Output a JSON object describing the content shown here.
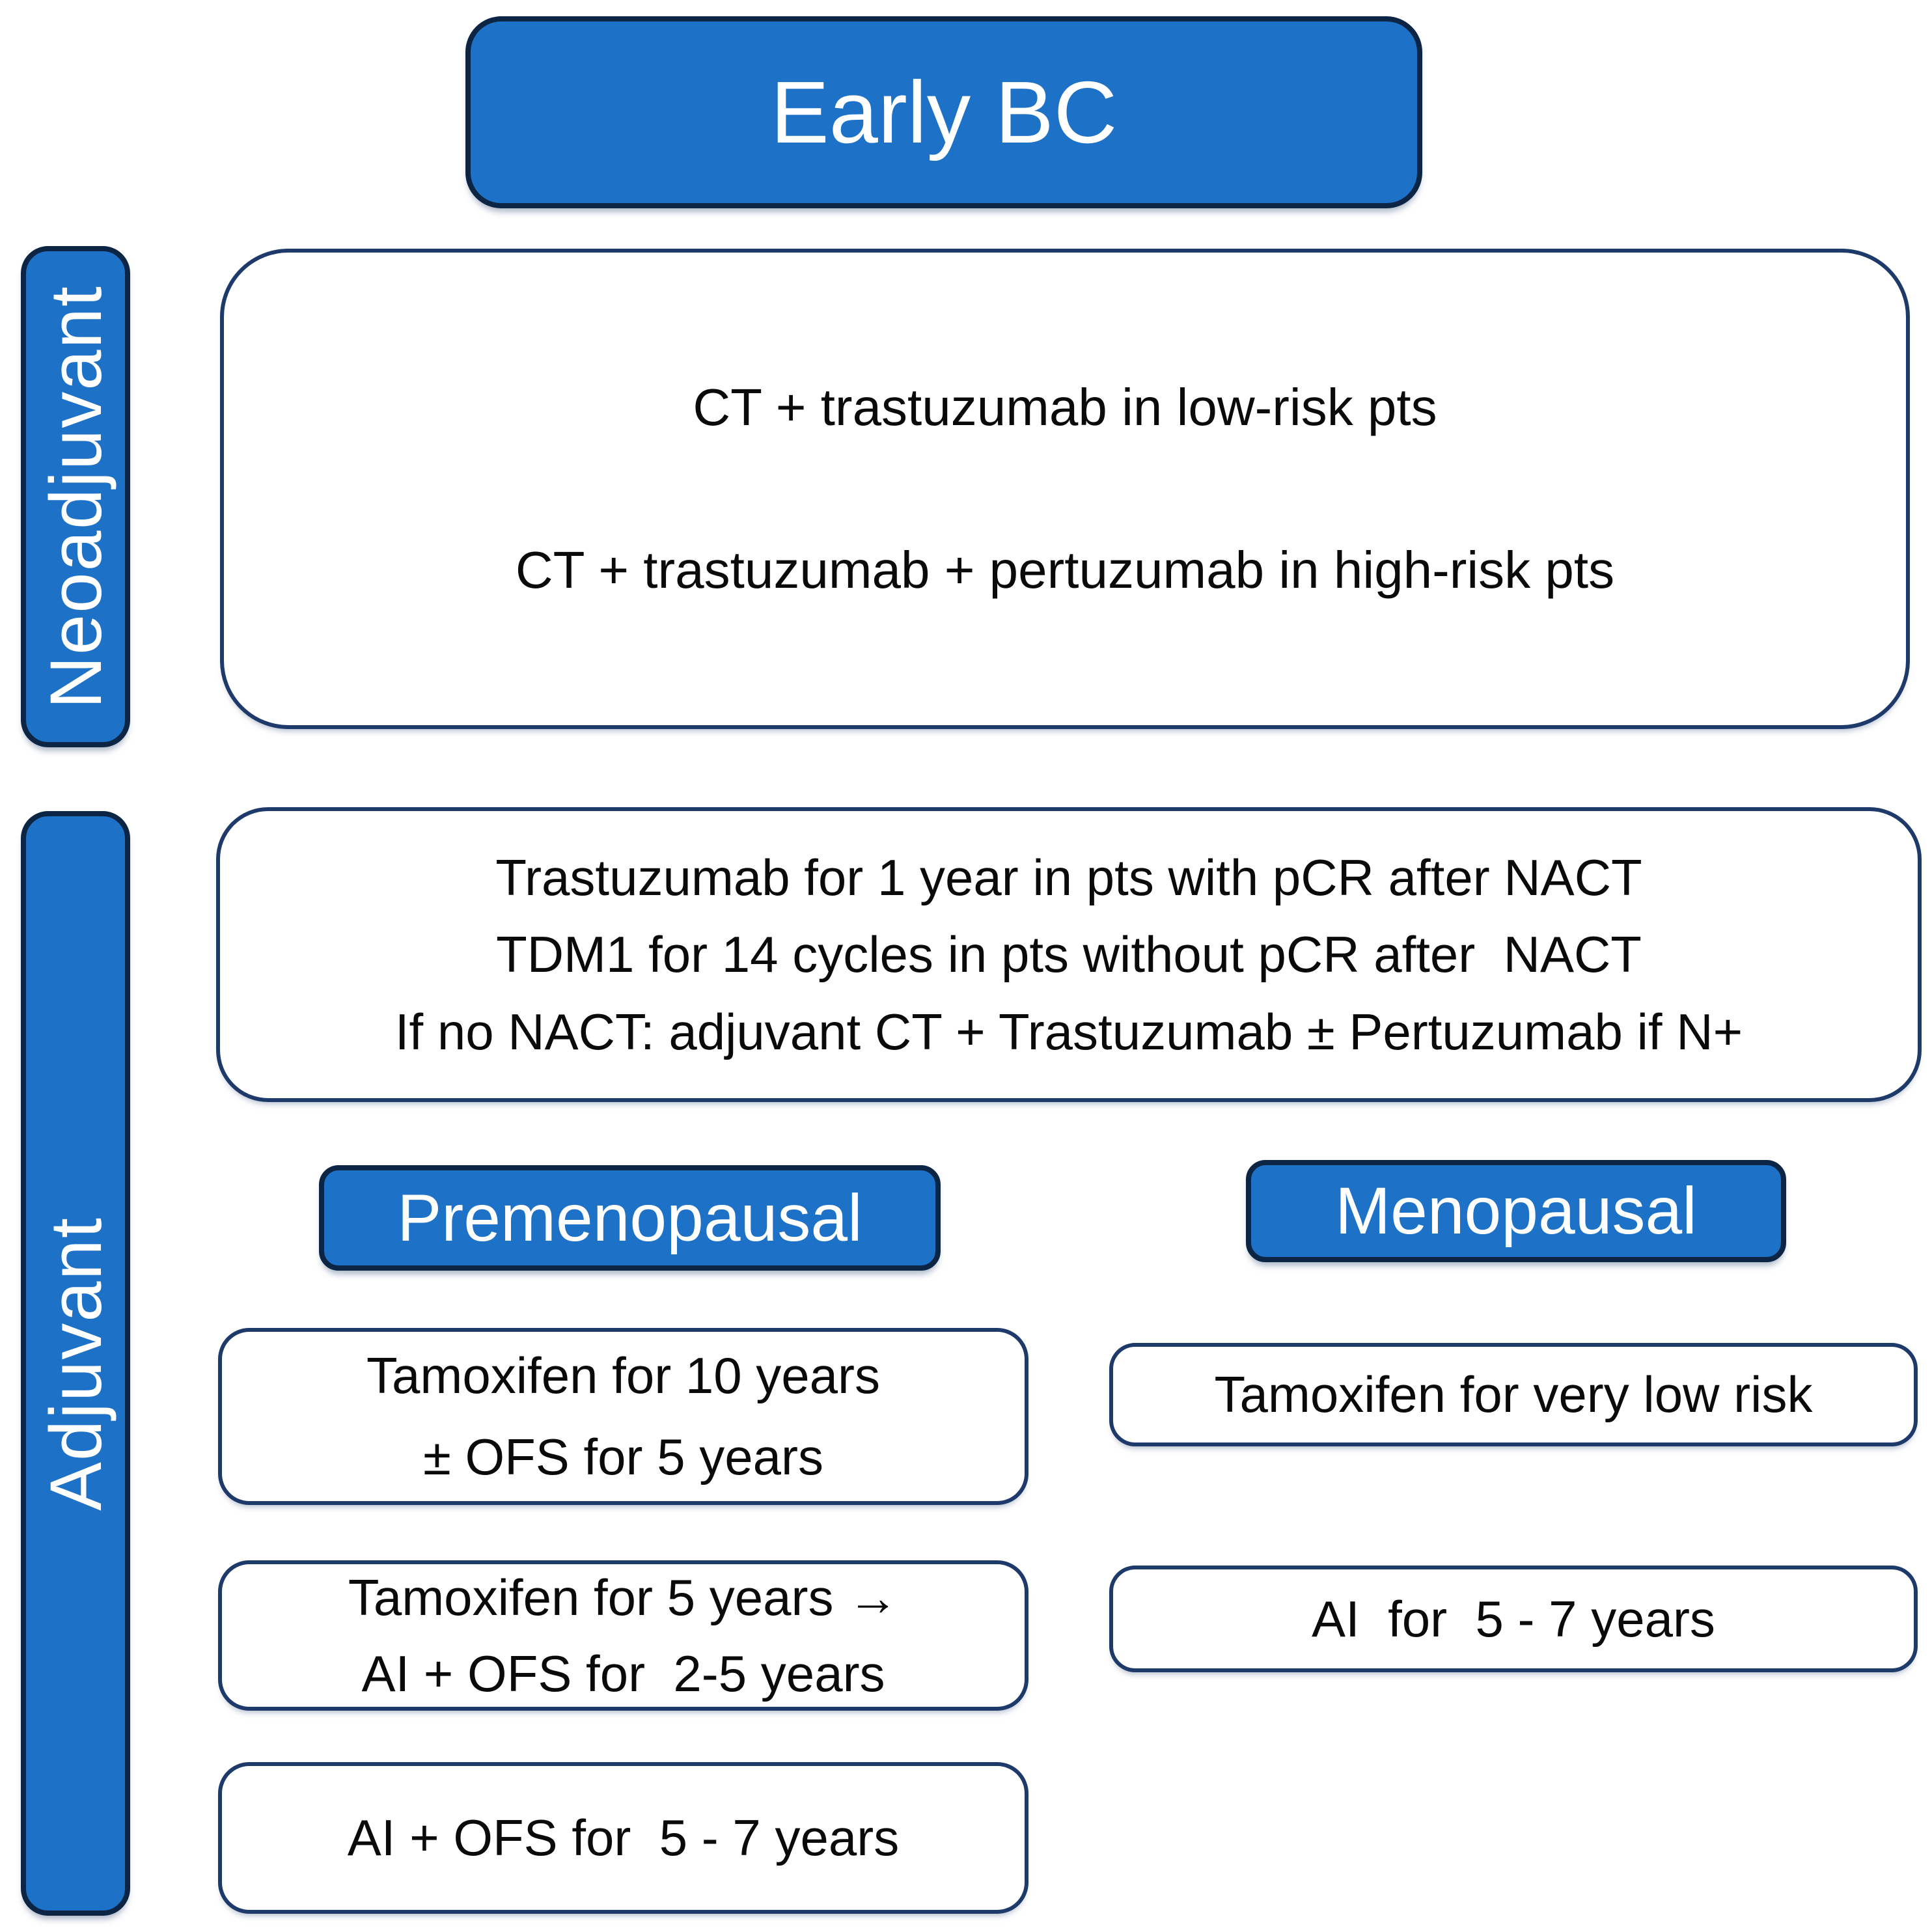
{
  "palette": {
    "box_blue": "#1d71c6",
    "blue_box_border": "#0d2544",
    "white_box_border": "#1d3a6b",
    "text": "#0a0a0a",
    "background": "#ffffff",
    "label_text": "#ffffff"
  },
  "header": {
    "title": "Early BC"
  },
  "sections": {
    "neoadjuvant": {
      "label": "Neoadjuvant",
      "box_lines": [
        "CT + trastuzumab in low-risk pts",
        "CT + trastuzumab + pertuzumab in high-risk pts"
      ]
    },
    "adjuvant": {
      "label": "Adjuvant",
      "box_lines": [
        "Trastuzumab for 1 year in pts with pCR after NACT",
        "TDM1 for 14 cycles in pts without pCR after  NACT",
        "If no NACT: adjuvant CT + Trastuzumab ± Pertuzumab if N+"
      ],
      "premenopausal": {
        "header": "Premenopausal",
        "boxes": [
          {
            "lines": [
              "Tamoxifen for 10 years",
              "± OFS for 5 years"
            ]
          },
          {
            "lines": [
              "Tamoxifen for 5 years",
              "AI + OFS for  2-5 years"
            ],
            "arrow": "→"
          },
          {
            "lines": [
              "AI + OFS for  5 - 7 years"
            ]
          }
        ]
      },
      "menopausal": {
        "header": "Menopausal",
        "boxes": [
          {
            "lines": [
              "Tamoxifen for very low risk"
            ]
          },
          {
            "lines": [
              "AI  for  5 - 7 years"
            ]
          }
        ]
      }
    }
  }
}
